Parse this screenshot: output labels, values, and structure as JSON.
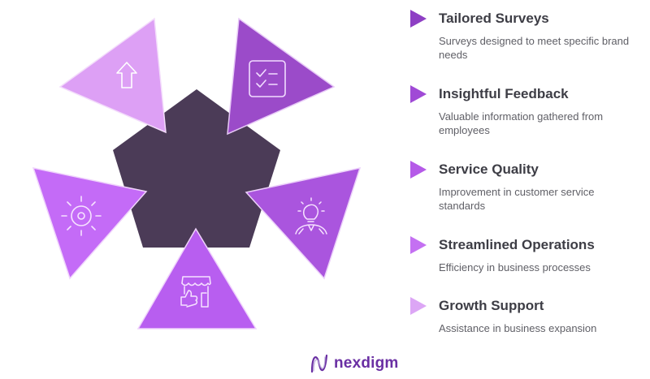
{
  "diagram": {
    "center_color": "#4b3b57",
    "segments": [
      {
        "id": "growth-support",
        "icon": "arrow-up-icon",
        "color": "#dda0f5"
      },
      {
        "id": "tailored-surveys",
        "icon": "checklist-icon",
        "color": "#9b4bc9"
      },
      {
        "id": "service-quality",
        "icon": "lightbulb-person-icon",
        "color": "#aa55de"
      },
      {
        "id": "streamlined-operations",
        "icon": "store-thumbs-up-icon",
        "color": "#b85ef0"
      },
      {
        "id": "insightful-feedback",
        "icon": "gear-icon",
        "color": "#c46bf7"
      }
    ]
  },
  "items": [
    {
      "title": "Tailored Surveys",
      "description": "Surveys designed to meet specific brand needs",
      "bullet_color": "#8e3fc4"
    },
    {
      "title": "Insightful Feedback",
      "description": "Valuable information gathered from employees",
      "bullet_color": "#a04ad6"
    },
    {
      "title": "Service Quality",
      "description": "Improvement in customer service standards",
      "bullet_color": "#b55ae8"
    },
    {
      "title": "Streamlined Operations",
      "description": "Efficiency in business processes",
      "bullet_color": "#c470f2"
    },
    {
      "title": "Growth Support",
      "description": "Assistance in business expansion",
      "bullet_color": "#dca6f5"
    }
  ],
  "logo": {
    "text": "nexdigm"
  }
}
